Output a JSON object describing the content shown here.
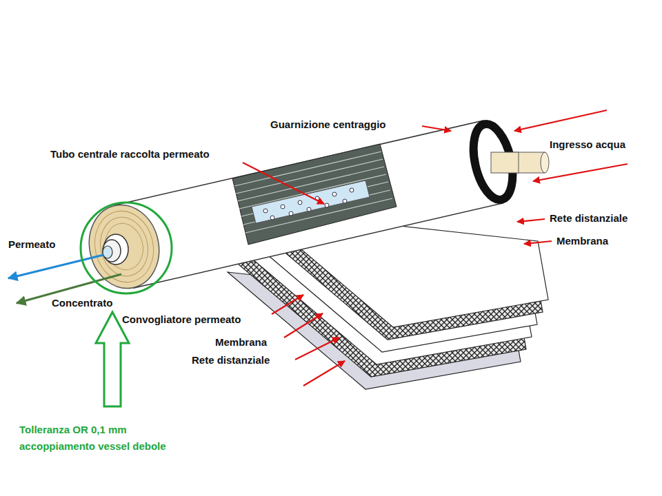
{
  "diagram": {
    "labels": [
      "Guarnizione centraggio",
      "Ingresso acqua",
      "Tubo centrale raccolta permeato",
      "Rete distanziale",
      "Membrana",
      "Permeato",
      "Concentrato",
      "Convogliatore permeato",
      "Membrana",
      "Rete distanziale",
      "Tolleranza OR 0,1 mm accoppiamento vessel debole"
    ]
  }
}
